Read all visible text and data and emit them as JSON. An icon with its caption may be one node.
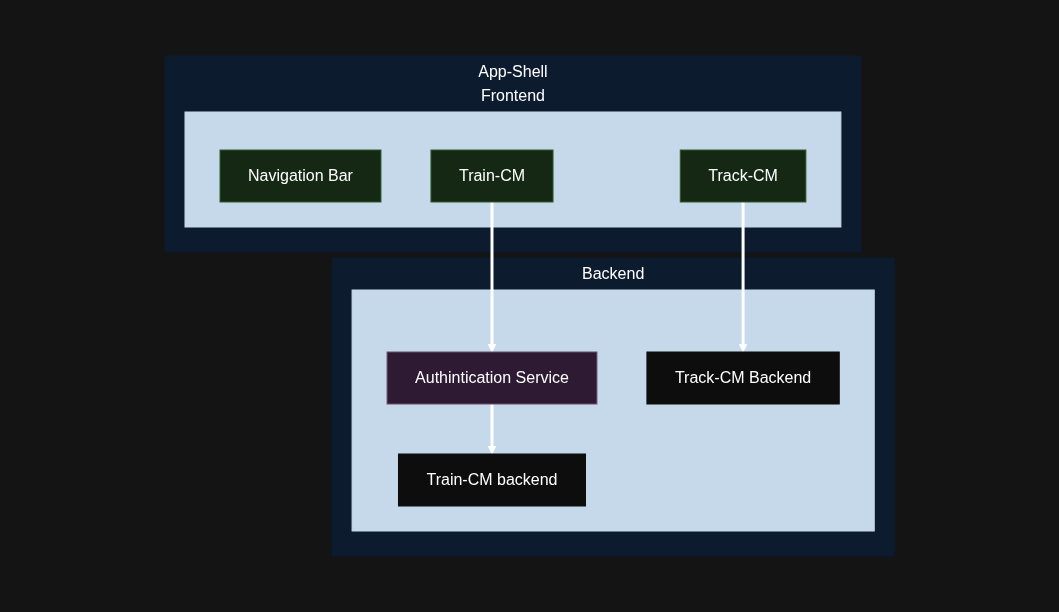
{
  "diagram": {
    "nodes": [
      {
        "text": [
          "App-Shell",
          "Frontend"
        ]
      },
      {
        "text": [],
        "shape": "box",
        "in": 0
      },
      {
        "text": [
          "Navigation Bar"
        ],
        "in": 1
      },
      {
        "text": [
          "Track-CM"
        ],
        "in": 1
      },
      {
        "text": [
          "Train-CM"
        ],
        "in": 1
      },
      {
        "text": [
          "Backend"
        ]
      },
      {
        "text": [],
        "shape": "box",
        "in": 5
      },
      {
        "text": [
          "Authintication Service"
        ],
        "in": 6
      },
      {
        "text": [
          "Track-CM Backend"
        ],
        "in": 6
      },
      {
        "text": [
          "Train-CM backend"
        ],
        "in": 6
      }
    ],
    "edges": [
      {
        "from": 3,
        "to": 8,
        "arrow": "to"
      },
      {
        "from": 4,
        "to": 7,
        "arrow": "to"
      },
      {
        "from": 7,
        "to": 9,
        "arrow": "to"
      }
    ]
  }
}
